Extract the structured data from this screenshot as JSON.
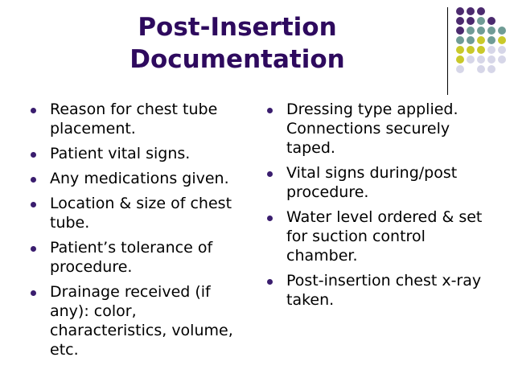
{
  "slide": {
    "title_line1": "Post-Insertion",
    "title_line2": "Documentation",
    "title_color": "#2e0a5e",
    "bullet_color": "#3a1d6e"
  },
  "left_column": [
    {
      "text": "Reason for chest tube placement."
    },
    {
      "text": "Patient vital signs."
    },
    {
      "text": "Any medications given."
    },
    {
      "text": "Location & size of chest tube."
    },
    {
      "text": "Patient’s tolerance of procedure."
    },
    {
      "text": "Drainage received (if any):  color, characteristics, volume, etc."
    }
  ],
  "right_column": [
    {
      "text": "Dressing type applied. Connections securely taped."
    },
    {
      "text": "Vital signs during/post procedure."
    },
    {
      "text": "Water level ordered & set for suction control chamber."
    },
    {
      "text": "Post-insertion chest x-ray taken."
    }
  ],
  "decoration_colors": {
    "purple": "#4b2a6e",
    "teal": "#6f9c95",
    "lime": "#c9c92a",
    "lavender": "#d6d6e8"
  }
}
